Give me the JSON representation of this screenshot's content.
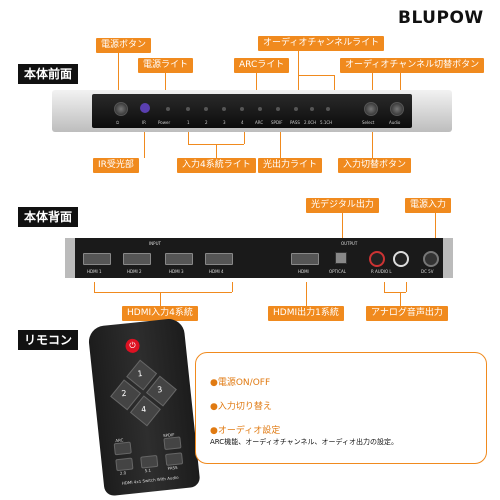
{
  "brand": "BLUPOW",
  "sections": {
    "front": "本体前面",
    "back": "本体背面",
    "remote": "リモコン"
  },
  "front_callouts": {
    "power_button": "電源ボタン",
    "power_light": "電源ライト",
    "arc_light": "ARCライト",
    "audio_channel_light": "オーディオチャンネルライト",
    "audio_channel_switch": "オーディオチャンネル切替ボタン",
    "ir_receiver": "IR受光部",
    "input4_lights": "入力4系統ライト",
    "optical_light": "光出力ライト",
    "input_switch": "入力切替ボタン"
  },
  "front_labels": {
    "power_sym": "⏻",
    "ir": "IR",
    "power": "Power",
    "in1": "1",
    "in2": "2",
    "in3": "3",
    "in4": "4",
    "arc": "ARC",
    "spdif": "SPDIF",
    "pass": "PASS",
    "ch2": "2.0CH",
    "ch5": "5.1CH",
    "select": "Select",
    "audio": "Audio"
  },
  "back_callouts": {
    "optical_out": "光デジタル出力",
    "power_in": "電源入力",
    "hdmi_in4": "HDMI入力4系統",
    "hdmi_out1": "HDMI出力1系統",
    "analog_out": "アナログ音声出力"
  },
  "back_labels": {
    "input": "INPUT",
    "output": "OUTPUT",
    "hdmi1": "HDMI 1",
    "hdmi2": "HDMI 2",
    "hdmi3": "HDMI 3",
    "hdmi4": "HDMI 4",
    "hdmi": "HDMI",
    "optical": "OPTICAL",
    "audio": "R AUDIO L",
    "dc": "DC 5V"
  },
  "remote_labels": {
    "k1": "1",
    "k2": "2",
    "k3": "3",
    "k4": "4",
    "arc": "ARC",
    "spdif": "SPDIF",
    "c20": "2.0",
    "c51": "5.1",
    "pass": "PASS",
    "caption": "HDMI 4x1 Switch With Audio"
  },
  "remote_info": {
    "item1": "●電源ON/OFF",
    "item2": "●入力切り替え",
    "item3": "●オーディオ設定",
    "item3_desc": "ARC機能、オーディオチャンネル、オーディオ出力の設定。"
  },
  "colors": {
    "accent": "#f08a1e"
  }
}
